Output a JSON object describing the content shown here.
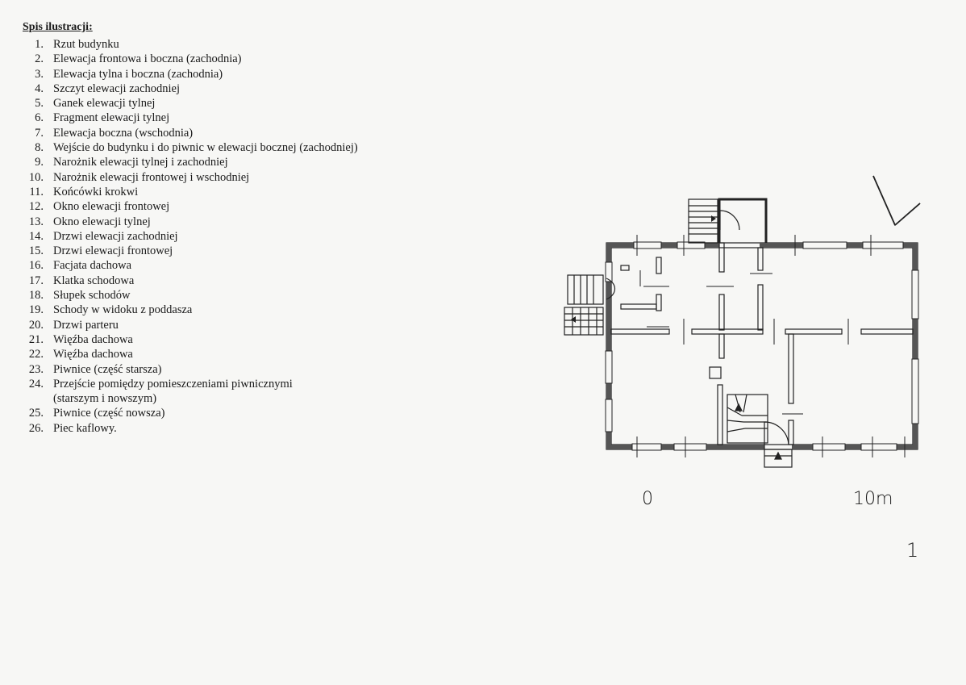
{
  "heading": "Spis ilustracji:",
  "items": [
    {
      "n": "1.",
      "t": "Rzut budynku"
    },
    {
      "n": "2.",
      "t": "Elewacja frontowa i boczna (zachodnia)"
    },
    {
      "n": "3.",
      "t": "Elewacja tylna i boczna (zachodnia)"
    },
    {
      "n": "4.",
      "t": "Szczyt elewacji zachodniej"
    },
    {
      "n": "5.",
      "t": "Ganek elewacji tylnej"
    },
    {
      "n": "6.",
      "t": "Fragment elewacji tylnej"
    },
    {
      "n": "7.",
      "t": "Elewacja boczna (wschodnia)"
    },
    {
      "n": "8.",
      "t": "Wejście do budynku i do piwnic w elewacji bocznej (zachodniej)"
    },
    {
      "n": "9.",
      "t": "Narożnik elewacji tylnej i zachodniej"
    },
    {
      "n": "10.",
      "t": "Narożnik elewacji frontowej i wschodniej"
    },
    {
      "n": "11.",
      "t": "Końcówki krokwi"
    },
    {
      "n": "12.",
      "t": "Okno elewacji frontowej"
    },
    {
      "n": "13.",
      "t": "Okno elewacji tylnej"
    },
    {
      "n": "14.",
      "t": "Drzwi elewacji zachodniej"
    },
    {
      "n": "15.",
      "t": "Drzwi elewacji frontowej"
    },
    {
      "n": "16.",
      "t": "Facjata dachowa"
    },
    {
      "n": "17.",
      "t": "Klatka schodowa"
    },
    {
      "n": "18.",
      "t": "Słupek schodów"
    },
    {
      "n": "19.",
      "t": "Schody w widoku z poddasza"
    },
    {
      "n": "20.",
      "t": "Drzwi parteru"
    },
    {
      "n": "21.",
      "t": "Więźba dachowa"
    },
    {
      "n": "22.",
      "t": "Więźba dachowa"
    },
    {
      "n": "23.",
      "t": "Piwnice (część starsza)"
    },
    {
      "n": "24.",
      "t": "Przejście pomiędzy pomieszczeniami piwnicznymi",
      "cont": "(starszym i nowszym)"
    },
    {
      "n": "25.",
      "t": "Piwnice (część nowsza)"
    },
    {
      "n": "26.",
      "t": "Piec kaflowy."
    }
  ],
  "scale": {
    "start": "0",
    "end": "10m"
  },
  "figure_number": "1"
}
